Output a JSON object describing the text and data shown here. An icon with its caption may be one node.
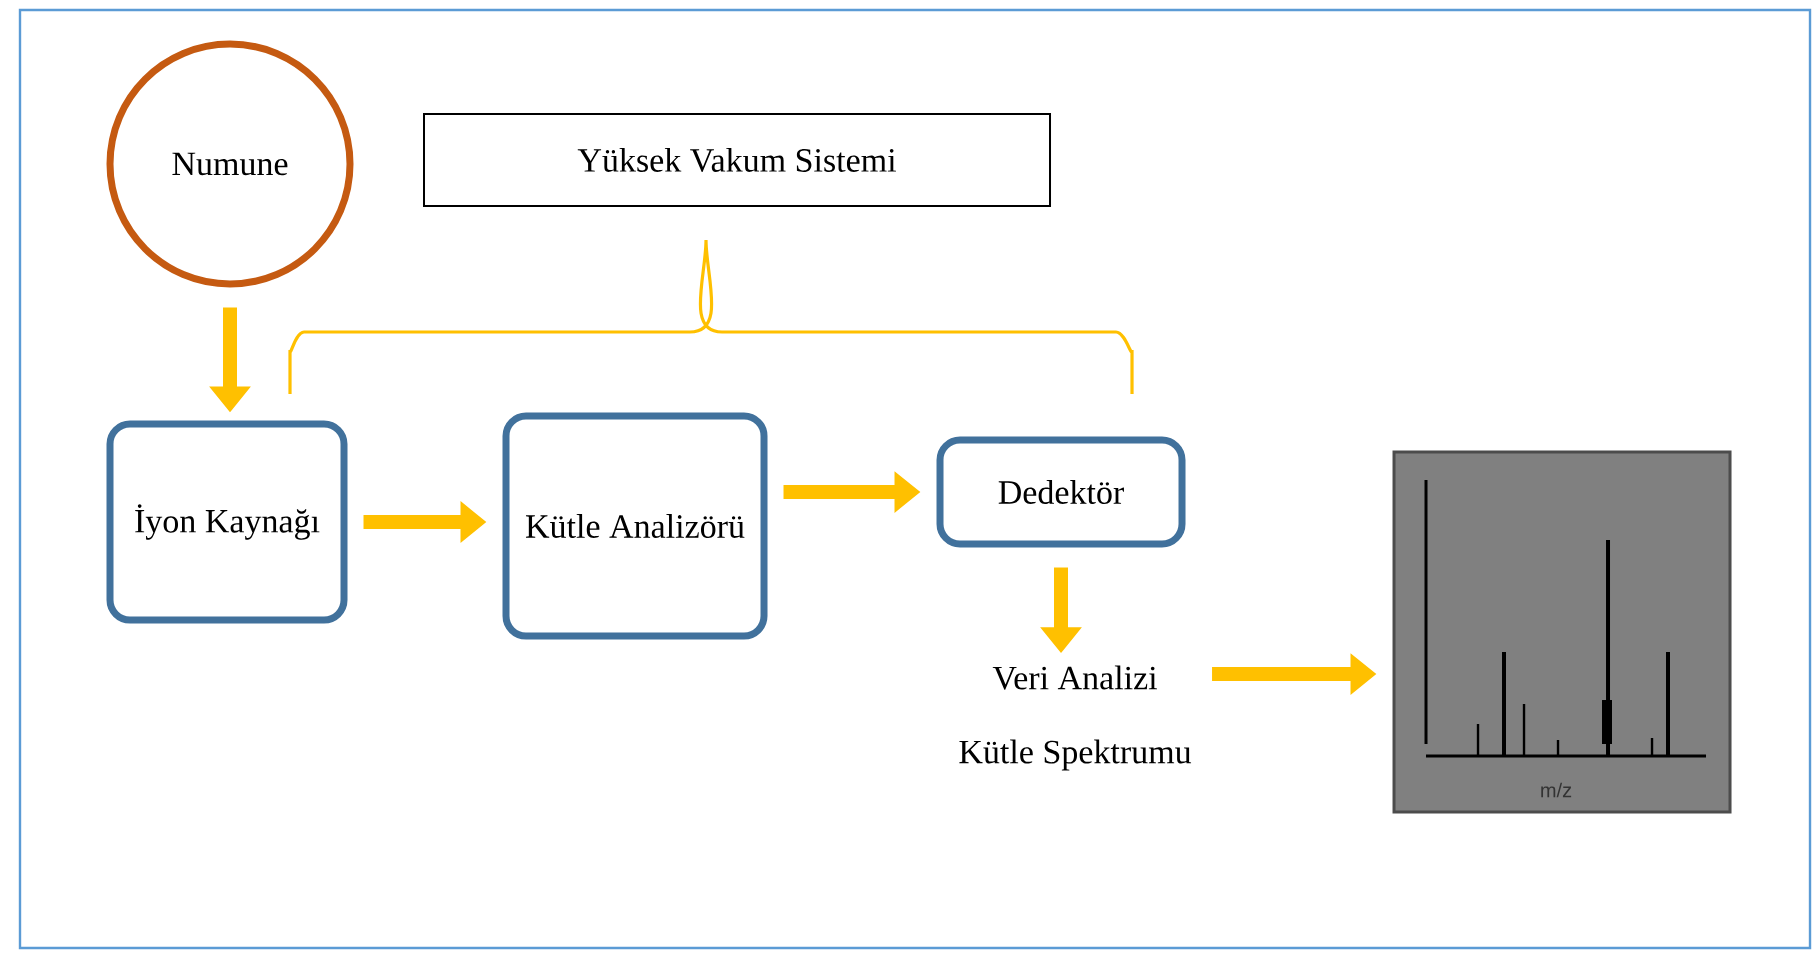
{
  "diagram": {
    "nodes": [
      {
        "text": [
          "Numune"
        ]
      },
      {
        "text": [
          "Yüksek Vakum Sistemi"
        ]
      },
      {
        "text": [
          "İyon Kaynağı"
        ]
      },
      {
        "text": [
          "Kütle Analizörü"
        ]
      },
      {
        "text": [
          "Dedektör"
        ]
      },
      {
        "text": [
          "Veri Analizi",
          "Kütle Spektrumu"
        ]
      },
      {
        "text": [
          "m/z"
        ]
      }
    ],
    "edges": [
      {
        "from": 0,
        "to": 2,
        "arrow": "to"
      },
      {
        "from": 2,
        "to": 3,
        "arrow": "to"
      },
      {
        "from": 3,
        "to": 4,
        "arrow": "to"
      },
      {
        "from": 4,
        "to": 5,
        "arrow": "to"
      },
      {
        "from": 5,
        "to": 6,
        "arrow": "to"
      }
    ]
  }
}
